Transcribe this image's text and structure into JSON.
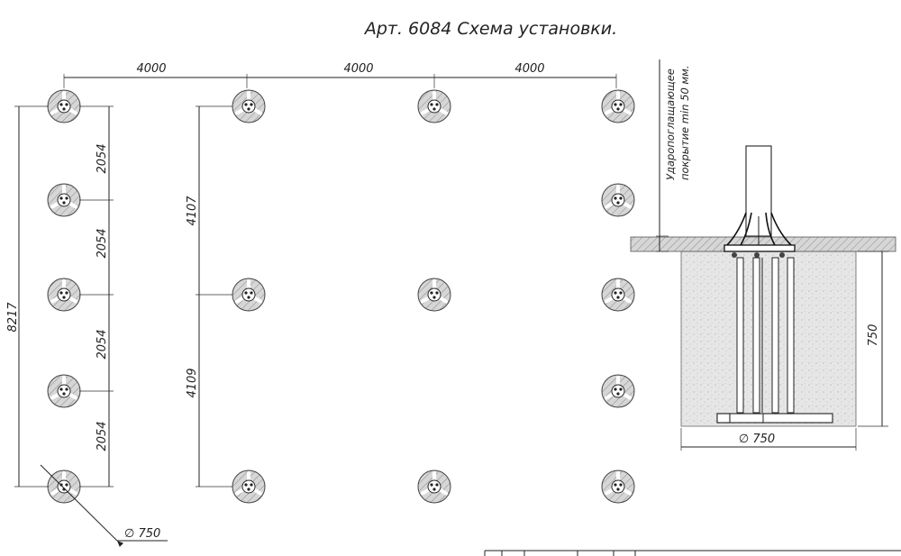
{
  "title": "Арт. 6084 Схема установки.",
  "dimensions": {
    "span_1": "4000",
    "span_2": "4000",
    "span_3": "4000",
    "left_total": "8217",
    "left_seg_1": "2054",
    "left_seg_2": "2054",
    "left_seg_3": "2054",
    "left_seg_4": "2054",
    "mid_upper": "4107",
    "mid_lower": "4109",
    "footing_diameter": "∅ 750",
    "section_depth": "750",
    "section_width": "∅ 750"
  },
  "section_note": {
    "line_1": "Ударопоглащающее",
    "line_2": "покрытие min 50 мм."
  },
  "colors": {
    "line": "#222222",
    "concrete_fill": "#e6e6e6",
    "slab_fill": "#d9d9d9",
    "footing_fill": "#cfcfcf"
  }
}
